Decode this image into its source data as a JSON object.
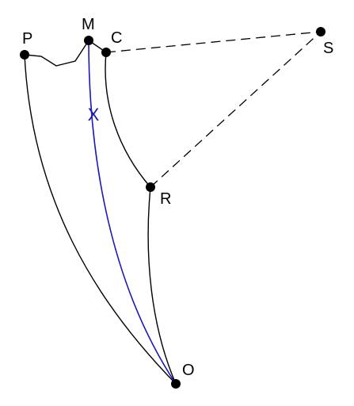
{
  "points": {
    "P": {
      "label": "P"
    },
    "M": {
      "label": "M"
    },
    "C": {
      "label": "C"
    },
    "S": {
      "label": "S"
    },
    "R": {
      "label": "R"
    },
    "O": {
      "label": "O"
    }
  },
  "marker": {
    "label": "X"
  },
  "colors": {
    "line": "#000000",
    "curve_highlight": "#1a1ab8",
    "point": "#000000",
    "background": "#ffffff"
  }
}
